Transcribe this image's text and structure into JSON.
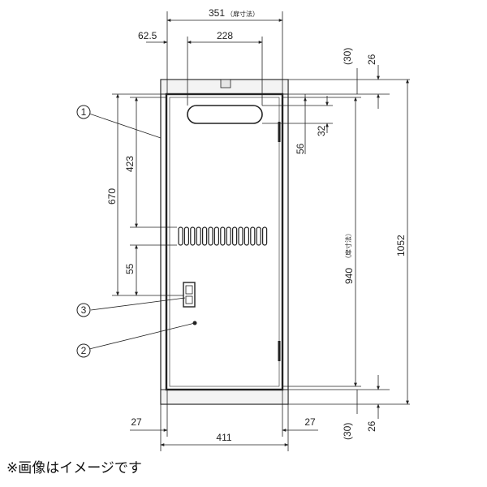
{
  "top_dims": {
    "door_width": "351",
    "door_width_note": "（扉寸法）",
    "offset": "62.5",
    "handle_width": "228"
  },
  "right_dims": {
    "top_gap": "(30)",
    "top_rail": "26",
    "handle_drop": "32",
    "handle_top": "56",
    "door_height": "940",
    "door_height_note": "（扉寸法）",
    "total_height": "1052",
    "bottom_gap": "(30)",
    "bottom_rail": "26"
  },
  "left_dims": {
    "louver_height": "670",
    "louver_top": "423",
    "latch_gap": "55"
  },
  "bottom_dims": {
    "left_margin": "27",
    "right_margin": "27",
    "total_width": "411"
  },
  "callouts": [
    "1",
    "2",
    "3"
  ],
  "caption": "※画像はイメージです"
}
